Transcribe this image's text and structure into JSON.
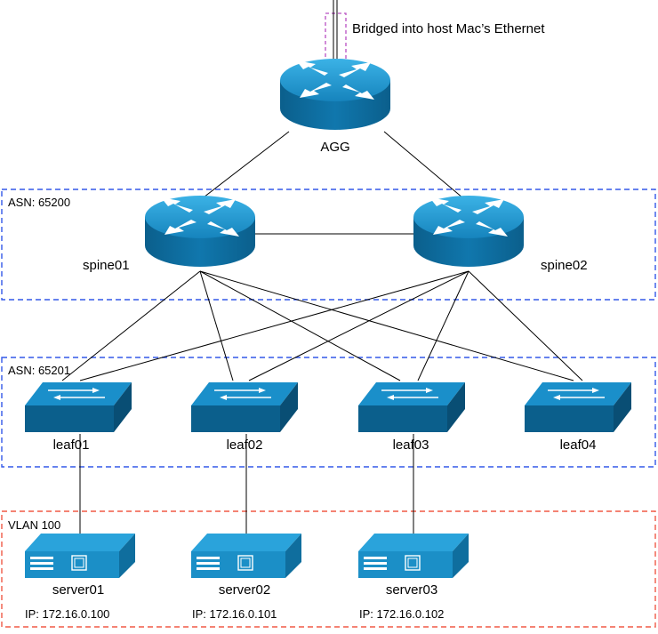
{
  "uplink_note": "Bridged into host Mac’s Ethernet",
  "zones": {
    "spine_zone": "ASN: 65200",
    "leaf_zone": "ASN: 65201",
    "server_zone": "VLAN 100"
  },
  "nodes": {
    "agg": {
      "label": "AGG",
      "icon": "router-icon"
    },
    "spine01": {
      "label": "spine01",
      "icon": "router-icon"
    },
    "spine02": {
      "label": "spine02",
      "icon": "router-icon"
    },
    "leaf01": {
      "label": "leaf01",
      "icon": "switch-icon"
    },
    "leaf02": {
      "label": "leaf02",
      "icon": "switch-icon"
    },
    "leaf03": {
      "label": "leaf03",
      "icon": "switch-icon"
    },
    "leaf04": {
      "label": "leaf04",
      "icon": "switch-icon"
    },
    "server01": {
      "label": "server01",
      "ip": "IP: 172.16.0.100",
      "icon": "server-icon"
    },
    "server02": {
      "label": "server02",
      "ip": "IP: 172.16.0.101",
      "icon": "server-icon"
    },
    "server03": {
      "label": "server03",
      "ip": "IP: 172.16.0.102",
      "icon": "server-icon"
    }
  },
  "colors": {
    "device_fill": "#0e6c9e",
    "device_top": "#1a9ad3",
    "server_fill": "#1b8fc7",
    "asn_border": "#3358e8",
    "vlan_border": "#f05a47",
    "bridge_border": "#b84fc2",
    "link": "#000000"
  }
}
